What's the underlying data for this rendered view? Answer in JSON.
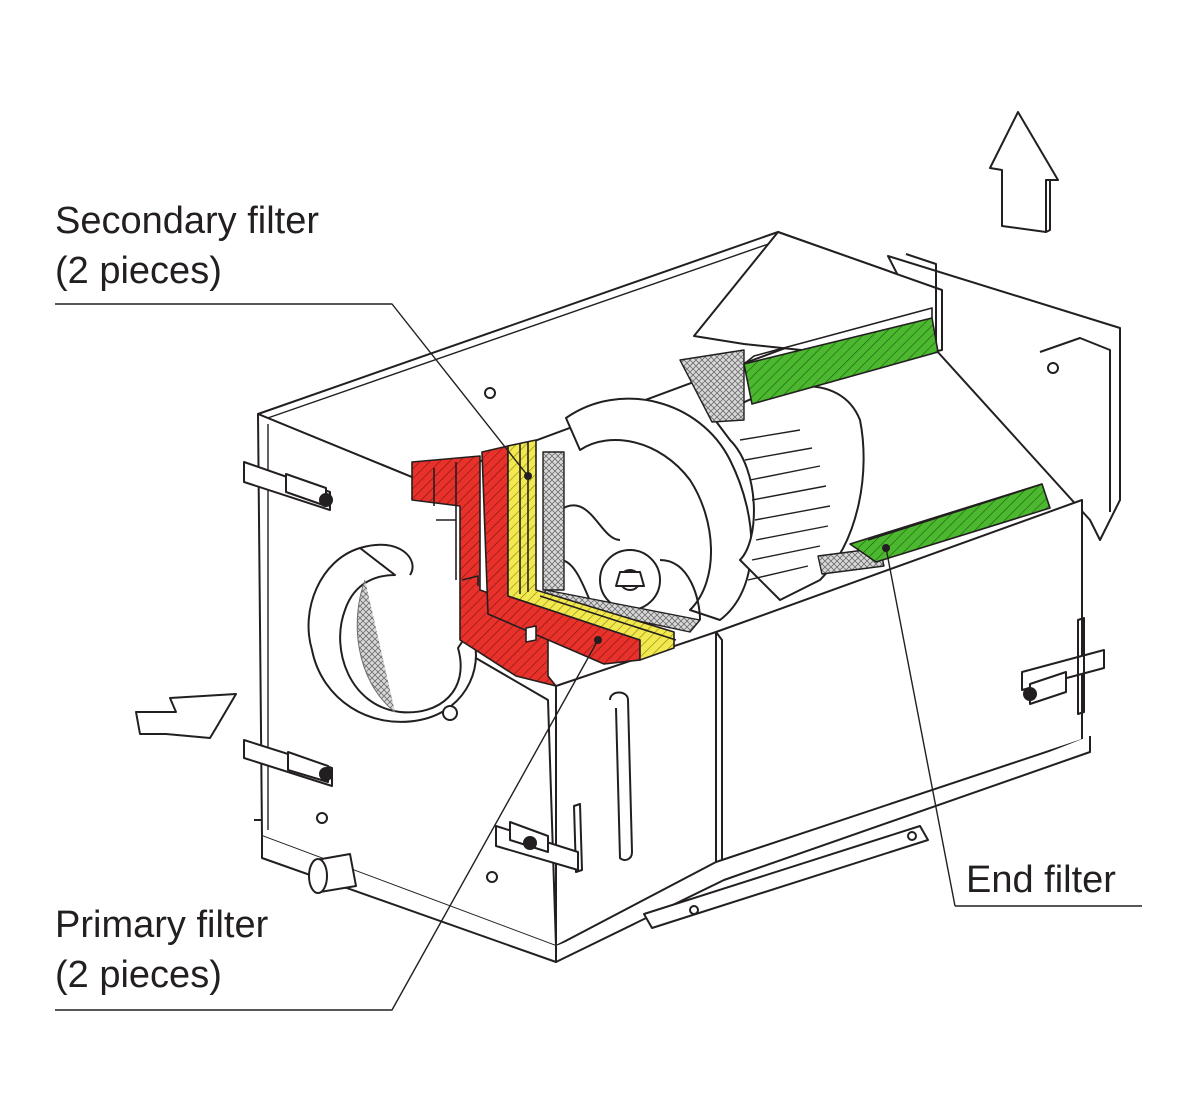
{
  "labels": {
    "secondary_filter": {
      "line1": "Secondary filter",
      "line2": "(2 pieces)",
      "color": "#f2e94e"
    },
    "primary_filter": {
      "line1": "Primary filter",
      "line2": "(2 pieces)",
      "color": "#e8312a"
    },
    "end_filter": {
      "line1": "End filter",
      "color": "#4cb82f"
    }
  },
  "colors": {
    "outline": "#231f20",
    "background": "#ffffff",
    "gauze": "#bdbdbd"
  },
  "airflow": {
    "inlet_icon": "inlet-arrow-icon",
    "outlet_icon": "outlet-arrow-icon"
  }
}
